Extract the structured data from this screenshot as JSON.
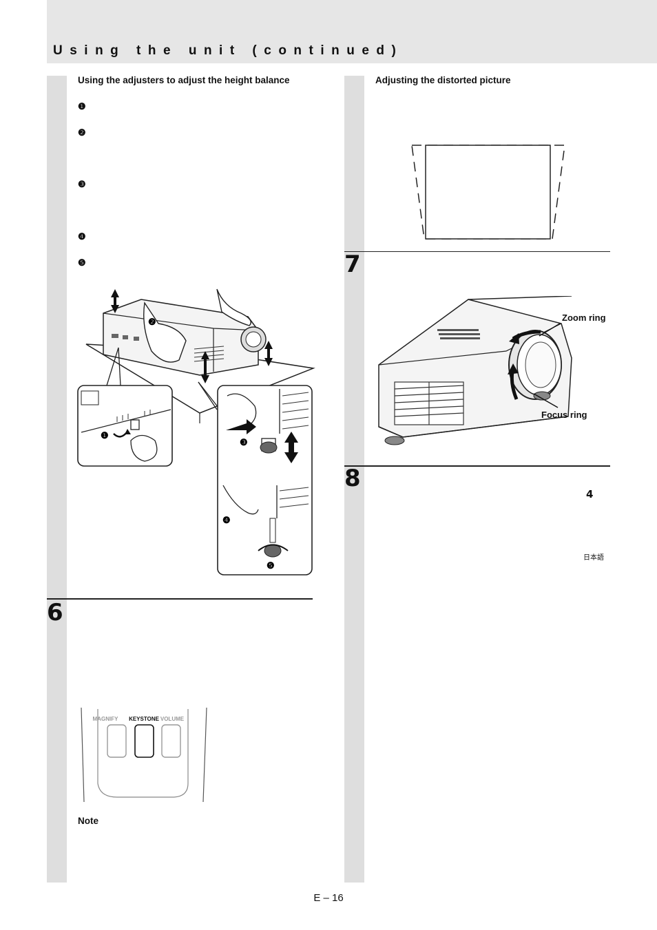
{
  "header": {
    "title": "Using the unit (continued)"
  },
  "left": {
    "heading": "Using the adjusters to adjust the height balance",
    "steps": [
      "❶",
      "❷",
      "❸",
      "❹",
      "❺"
    ],
    "figure_callouts": [
      "❷",
      "❶",
      "❸",
      "❹",
      "❺"
    ],
    "step6_number": "6",
    "remote_buttons": [
      "MAGNIFY",
      "KEYSTONE",
      "VOLUME"
    ],
    "note_label": "Note"
  },
  "right": {
    "heading": "Adjusting the distorted picture",
    "step7_number": "7",
    "zoom_label": "Zoom ring",
    "focus_label": "Focus ring",
    "step8_number": "8",
    "ref_number": "4",
    "language_label": "日本語"
  },
  "footer": {
    "page": "E – 16"
  }
}
